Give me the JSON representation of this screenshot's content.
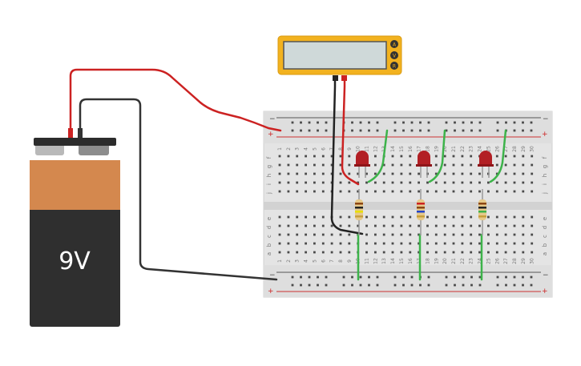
{
  "battery": {
    "label": "9V"
  },
  "multimeter": {
    "modes": [
      "A",
      "V",
      "R"
    ]
  },
  "breadboard": {
    "plus_sign": "+",
    "minus_sign": "−",
    "row_letters_top": [
      "f",
      "g",
      "h",
      "i",
      "j"
    ],
    "row_letters_bottom": [
      "a",
      "b",
      "c",
      "d",
      "e"
    ],
    "columns": 30
  },
  "colors": {
    "wire_red": "#cc2222",
    "wire_black": "#333333",
    "wire_green": "#3db34a",
    "led_red": "#b21f24",
    "meter_body": "#f2b21f",
    "battery_orange": "#d4884e",
    "battery_dark": "#2f2f2f",
    "board": "#e4e4e4"
  }
}
